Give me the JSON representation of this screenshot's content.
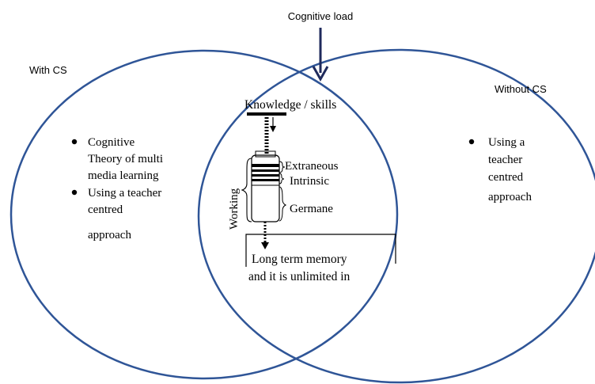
{
  "diagram": {
    "top_label": "Cognitive load",
    "left_set": {
      "label": "With CS",
      "bullets": [
        [
          "Cognitive",
          "Theory of multi",
          "media learning"
        ],
        [
          "Using a teacher",
          "centred",
          "approach"
        ]
      ]
    },
    "right_set": {
      "label": "Without CS",
      "bullets": [
        [
          "Using a",
          "teacher",
          "centred",
          "approach"
        ]
      ]
    },
    "center": {
      "knowledge_label": "Knowledge / skills",
      "working_label": "Working",
      "load_types": [
        "Extraneous",
        "Intrinsic",
        "Germane"
      ],
      "ltm_lines": [
        "Long term memory",
        "and it is unlimited in"
      ]
    },
    "colors": {
      "circle_stroke": "#2f5597",
      "arrow": "#1f2a5c",
      "text": "#000000"
    }
  }
}
